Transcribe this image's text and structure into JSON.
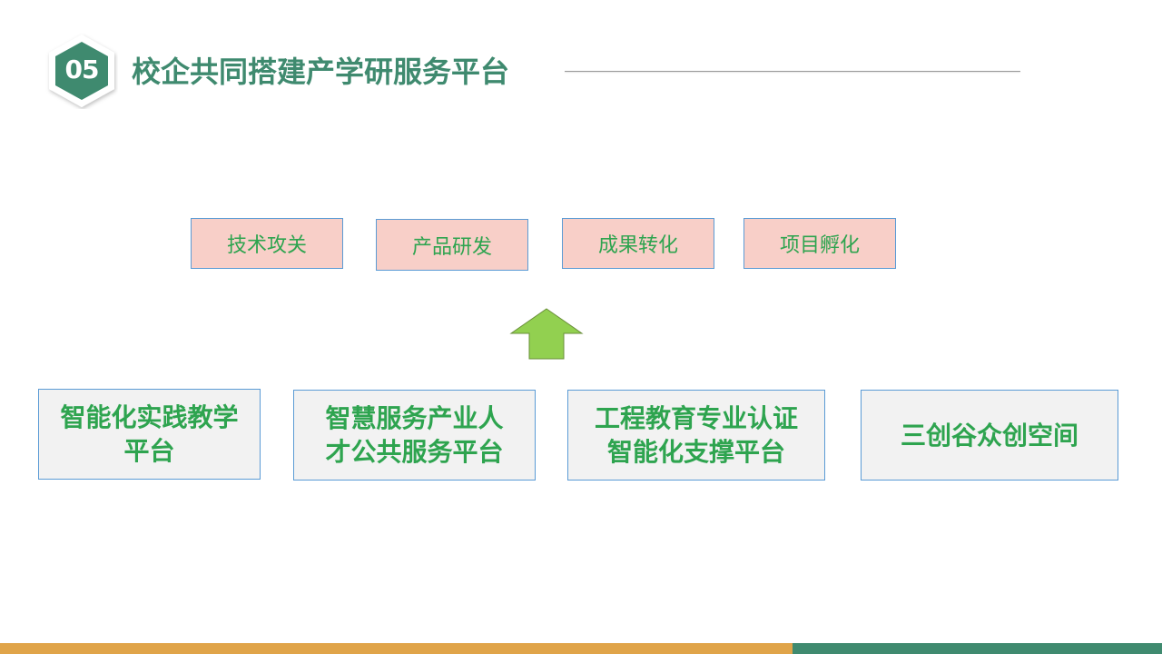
{
  "header": {
    "section_number": "05",
    "title": "校企共同搭建产学研服务平台"
  },
  "outcomes": [
    {
      "label": "技术攻关"
    },
    {
      "label": "产品研发"
    },
    {
      "label": "成果转化"
    },
    {
      "label": "项目孵化"
    }
  ],
  "platforms": [
    {
      "line1": "智能化实践教学",
      "line2": "平台"
    },
    {
      "line1": "智慧服务产业人",
      "line2": "才公共服务平台"
    },
    {
      "line1": "工程教育专业认证",
      "line2": "智能化支撑平台"
    },
    {
      "line1": "三创谷众创空间",
      "line2": ""
    }
  ],
  "colors": {
    "brand_green": "#3f8a6f",
    "text_green": "#2ea44f",
    "outcome_fill": "#f8cfc8",
    "platform_fill": "#f2f2f2",
    "box_border": "#5b9bd5",
    "arrow_fill": "#92d050",
    "bar_orange": "#e0a449"
  }
}
